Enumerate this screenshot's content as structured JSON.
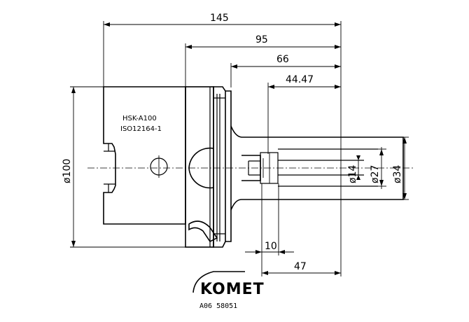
{
  "drawing": {
    "dimensions": {
      "overall_length": "145",
      "length_95": "95",
      "length_66": "66",
      "length_44": "44.47",
      "length_10": "10",
      "length_47": "47",
      "dia_100": "ø100",
      "dia_14": "ø14",
      "dia_27": "ø27",
      "dia_34": "ø34"
    },
    "spec": {
      "line1": "HSK-A100",
      "line2": "ISO12164-1"
    },
    "brand": {
      "logo": "KOMET",
      "code": "A06 58051"
    }
  }
}
